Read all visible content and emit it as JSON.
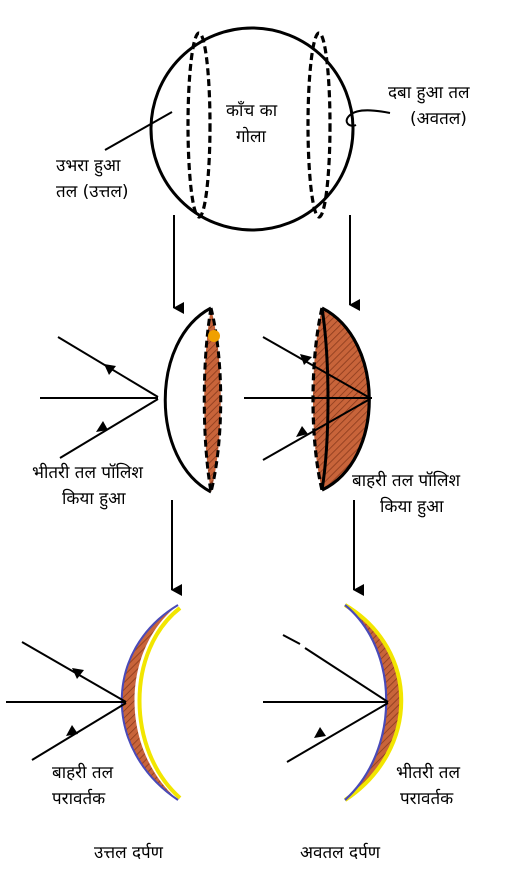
{
  "labels": {
    "glass_sphere_line1": "काँच का",
    "glass_sphere_line2": "गोला",
    "concave_surface_line1": "दबा हुआ तल",
    "concave_surface_line2": "(अवतल)",
    "convex_surface_line1": "उभरा हुआ",
    "convex_surface_line2": "तल (उत्तल)",
    "inner_polished_line1": "भीतरी तल पॉलिश",
    "inner_polished_line2": "किया हुआ",
    "outer_polished_line1": "बाहरी तल पॉलिश",
    "outer_polished_line2": "किया हुआ",
    "outer_reflector_line1": "बाहरी तल",
    "outer_reflector_line2": "परावर्तक",
    "inner_reflector_line1": "भीतरी तल",
    "inner_reflector_line2": "परावर्तक",
    "convex_mirror": "उत्तल दर्पण",
    "concave_mirror": "अवतल दर्पण"
  },
  "colors": {
    "line": "#000000",
    "glass_fill": "#c8643a",
    "glass_hatch": "#8a3a1c",
    "reflective_blue": "#4a4ab8",
    "reflective_yellow": "#f2e600",
    "dot_orange": "#f0a000"
  }
}
